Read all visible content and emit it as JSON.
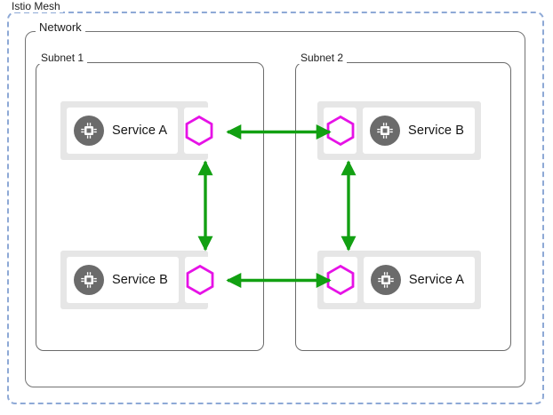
{
  "diagram": {
    "title": "Istio Mesh",
    "mesh_label": "Istio Mesh",
    "network_label": "Network",
    "colors": {
      "mesh_border": "#8ea9d6",
      "network_border": "#737373",
      "subnet_border": "#6b6b6b",
      "group_background": "#e6e6e6",
      "card_background": "#ffffff",
      "service_icon_circle": "#6b6b6b",
      "proxy_hexagon": "#e612e6",
      "arrow": "#12a012",
      "text": "#202020"
    }
  },
  "subnets": [
    {
      "label": "Subnet 1",
      "nodes": [
        {
          "position": "top",
          "service_label": "Service A",
          "service_icon": "cpu-chip-icon",
          "proxy_icon": "hexagon-sidecar-proxy-icon",
          "layout": "service-then-proxy"
        },
        {
          "position": "bottom",
          "service_label": "Service B",
          "service_icon": "cpu-chip-icon",
          "proxy_icon": "hexagon-sidecar-proxy-icon",
          "layout": "service-then-proxy"
        }
      ]
    },
    {
      "label": "Subnet 2",
      "nodes": [
        {
          "position": "top",
          "service_label": "Service B",
          "service_icon": "cpu-chip-icon",
          "proxy_icon": "hexagon-sidecar-proxy-icon",
          "layout": "proxy-then-service"
        },
        {
          "position": "bottom",
          "service_label": "Service A",
          "service_icon": "cpu-chip-icon",
          "proxy_icon": "hexagon-sidecar-proxy-icon",
          "layout": "proxy-then-service"
        }
      ]
    }
  ],
  "connections": [
    {
      "name": "subnet1-top-proxy to subnet2-top-proxy",
      "orientation": "horizontal",
      "arrowheads": "both",
      "color": "#12a012"
    },
    {
      "name": "subnet1-bottom-proxy to subnet2-bottom-proxy",
      "orientation": "horizontal",
      "arrowheads": "both",
      "color": "#12a012"
    },
    {
      "name": "subnet1-top-proxy to subnet1-bottom-proxy",
      "orientation": "vertical",
      "arrowheads": "both",
      "color": "#12a012"
    },
    {
      "name": "subnet2-top-proxy to subnet2-bottom-proxy",
      "orientation": "vertical",
      "arrowheads": "both",
      "color": "#12a012"
    }
  ]
}
